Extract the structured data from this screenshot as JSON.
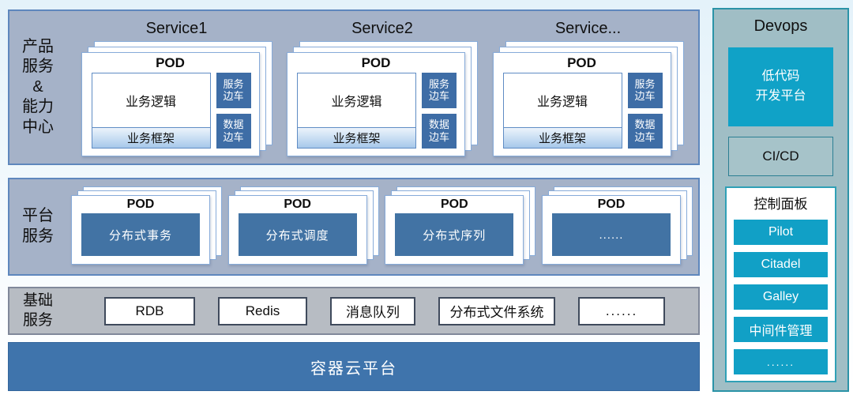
{
  "colors": {
    "band_blue_bg": "#a5b2c8",
    "band_blue_border": "#5e87bd",
    "base_band_bg": "#b7bcc3",
    "steel_blue": "#4273a4",
    "sidecar_blue": "#3e6da6",
    "container_bar_blue": "#3f74ac",
    "devops_panel_bg": "#a0bec5",
    "devops_border_teal": "#2b93a7",
    "teal_accent": "#10a2c7"
  },
  "product_band": {
    "label": "产品\n服务\n&\n能力\n中心",
    "services": [
      {
        "title": "Service1",
        "pod_title": "POD",
        "logic": "业务逻辑",
        "framework": "业务框架",
        "sidecars": [
          "服务\n边车",
          "数据\n边车"
        ]
      },
      {
        "title": "Service2",
        "pod_title": "POD",
        "logic": "业务逻辑",
        "framework": "业务框架",
        "sidecars": [
          "服务\n边车",
          "数据\n边车"
        ]
      },
      {
        "title": "Service...",
        "pod_title": "POD",
        "logic": "业务逻辑",
        "framework": "业务框架",
        "sidecars": [
          "服务\n边车",
          "数据\n边车"
        ]
      }
    ]
  },
  "platform_band": {
    "label": "平台\n服务",
    "pods": [
      {
        "pod_title": "POD",
        "value": "分布式事务"
      },
      {
        "pod_title": "POD",
        "value": "分布式调度"
      },
      {
        "pod_title": "POD",
        "value": "分布式序列"
      },
      {
        "pod_title": "POD",
        "value": "......"
      }
    ]
  },
  "base_band": {
    "label": "基础\n服务",
    "items": [
      "RDB",
      "Redis",
      "消息队列",
      "分布式文件系统",
      "......"
    ]
  },
  "container_bar": {
    "label": "容器云平台"
  },
  "devops": {
    "title": "Devops",
    "lowcode_label": "低代码\n开发平台",
    "cicd_label": "CI/CD",
    "control_panel": {
      "title": "控制面板",
      "items": [
        "Pilot",
        "Citadel",
        "Galley",
        "中间件管理",
        "......"
      ]
    }
  }
}
